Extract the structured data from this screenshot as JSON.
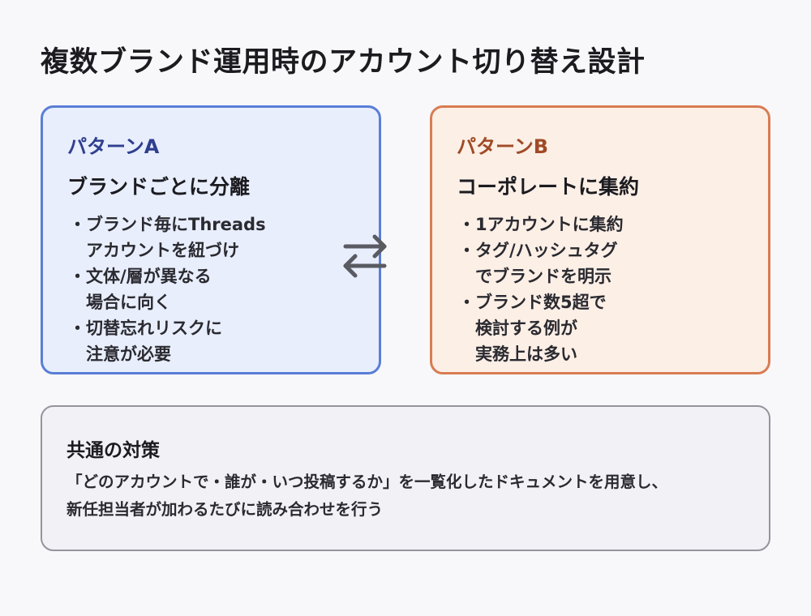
{
  "title": "複数ブランド運用時のアカウント切り替え設計",
  "pattern_a": {
    "label": "パターンA",
    "heading": "ブランドごとに分離",
    "lines": [
      "・ブランド毎にThreads",
      "　アカウントを紐づけ",
      "・文体/層が異なる",
      "　場合に向く",
      "・切替忘れリスクに",
      "　注意が必要"
    ]
  },
  "pattern_b": {
    "label": "パターンB",
    "heading": "コーポレートに集約",
    "lines": [
      "・1アカウントに集約",
      "・タグ/ハッシュタグ",
      "　でブランドを明示",
      "・ブランド数5超で",
      "　検討する例が",
      "　実務上は多い"
    ]
  },
  "common": {
    "title": "共通の対策",
    "lines": [
      "「どのアカウントで・誰が・いつ投稿するか」を一覧化したドキュメントを用意し、",
      "新任担当者が加わるたびに読み合わせを行う"
    ]
  },
  "icons": {
    "swap": "swap-arrows-icon"
  },
  "colors": {
    "pattern_a_border": "#5a7ed6",
    "pattern_a_fill": "#e8eefc",
    "pattern_b_border": "#d97c52",
    "pattern_b_fill": "#fcefe6",
    "common_border": "#94949c",
    "arrow": "#5a5a62"
  }
}
